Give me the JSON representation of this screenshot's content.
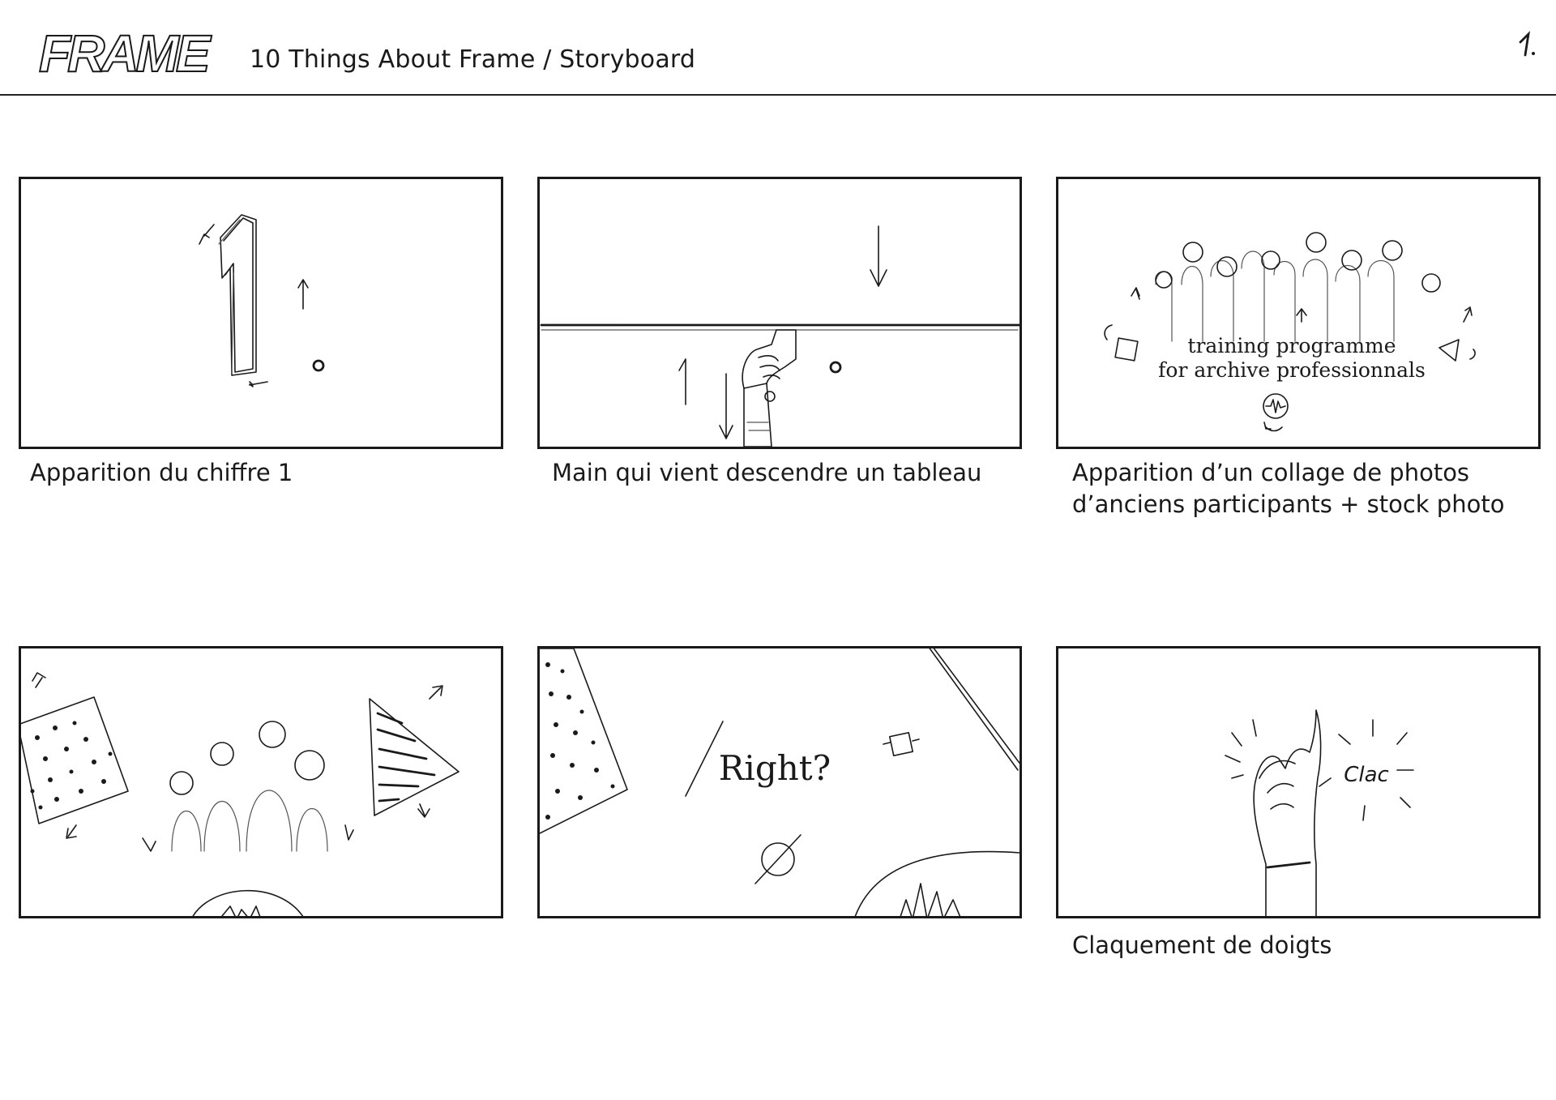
{
  "header": {
    "logo_text": "FRAME",
    "title": "10 Things About Frame  /  Storyboard",
    "page_number": "1."
  },
  "panels": [
    {
      "caption": "Apparition du chiffre 1",
      "sketch_text": ""
    },
    {
      "caption": "Main qui vient descendre un tableau",
      "sketch_text": ""
    },
    {
      "caption": "Apparition d’un collage de photos",
      "caption_line2": "d’anciens participants + stock photo",
      "sketch_text_line1": "training programme",
      "sketch_text_line2": "for archive professionnals"
    },
    {
      "caption": "",
      "sketch_text": ""
    },
    {
      "caption": "",
      "sketch_text": "Right?"
    },
    {
      "caption": "Claquement de doigts",
      "sketch_text": "Clac"
    }
  ],
  "colors": {
    "ink": "#1a1a1a",
    "background": "#ffffff"
  }
}
